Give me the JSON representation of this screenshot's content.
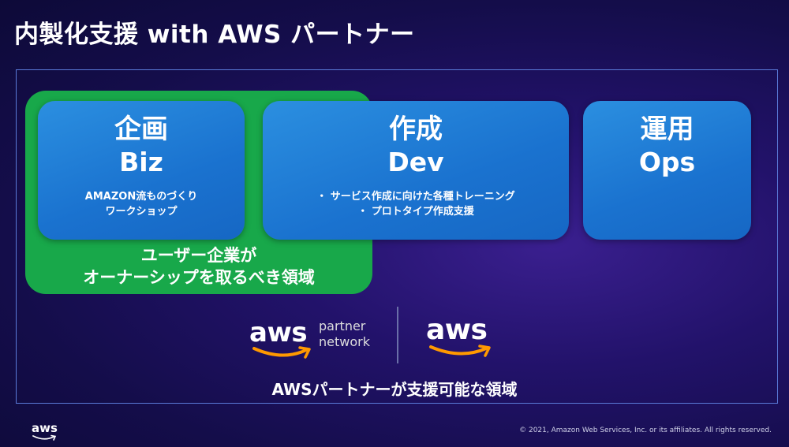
{
  "slide": {
    "title": "内製化支援 with AWS パートナー"
  },
  "cards": {
    "biz": {
      "title": "企画",
      "sub": "Biz",
      "lines": [
        "AMAZON流ものづくり",
        "ワークショップ"
      ]
    },
    "dev": {
      "title": "作成",
      "sub": "Dev",
      "lines": [
        "・ サービス作成に向けた各種トレーニング",
        "・ プロトタイプ作成支援"
      ]
    },
    "ops": {
      "title": "運用",
      "sub": "Ops"
    }
  },
  "green_area": {
    "caption_line1": "ユーザー企業が",
    "caption_line2": "オーナーシップを取るべき領域"
  },
  "logos": {
    "apn_word": "aws",
    "apn_line1": "partner",
    "apn_line2": "network",
    "aws_word": "aws"
  },
  "bottom_caption": "AWSパートナーが支援可能な領域",
  "footer": {
    "logo_word": "aws",
    "copyright": "© 2021, Amazon Web Services, Inc. or its affiliates. All rights reserved."
  },
  "colors": {
    "green": "#18a84a",
    "card_blue": "#1a72cf",
    "aws_smile": "#ff9900",
    "background": "#1a0f5a"
  }
}
